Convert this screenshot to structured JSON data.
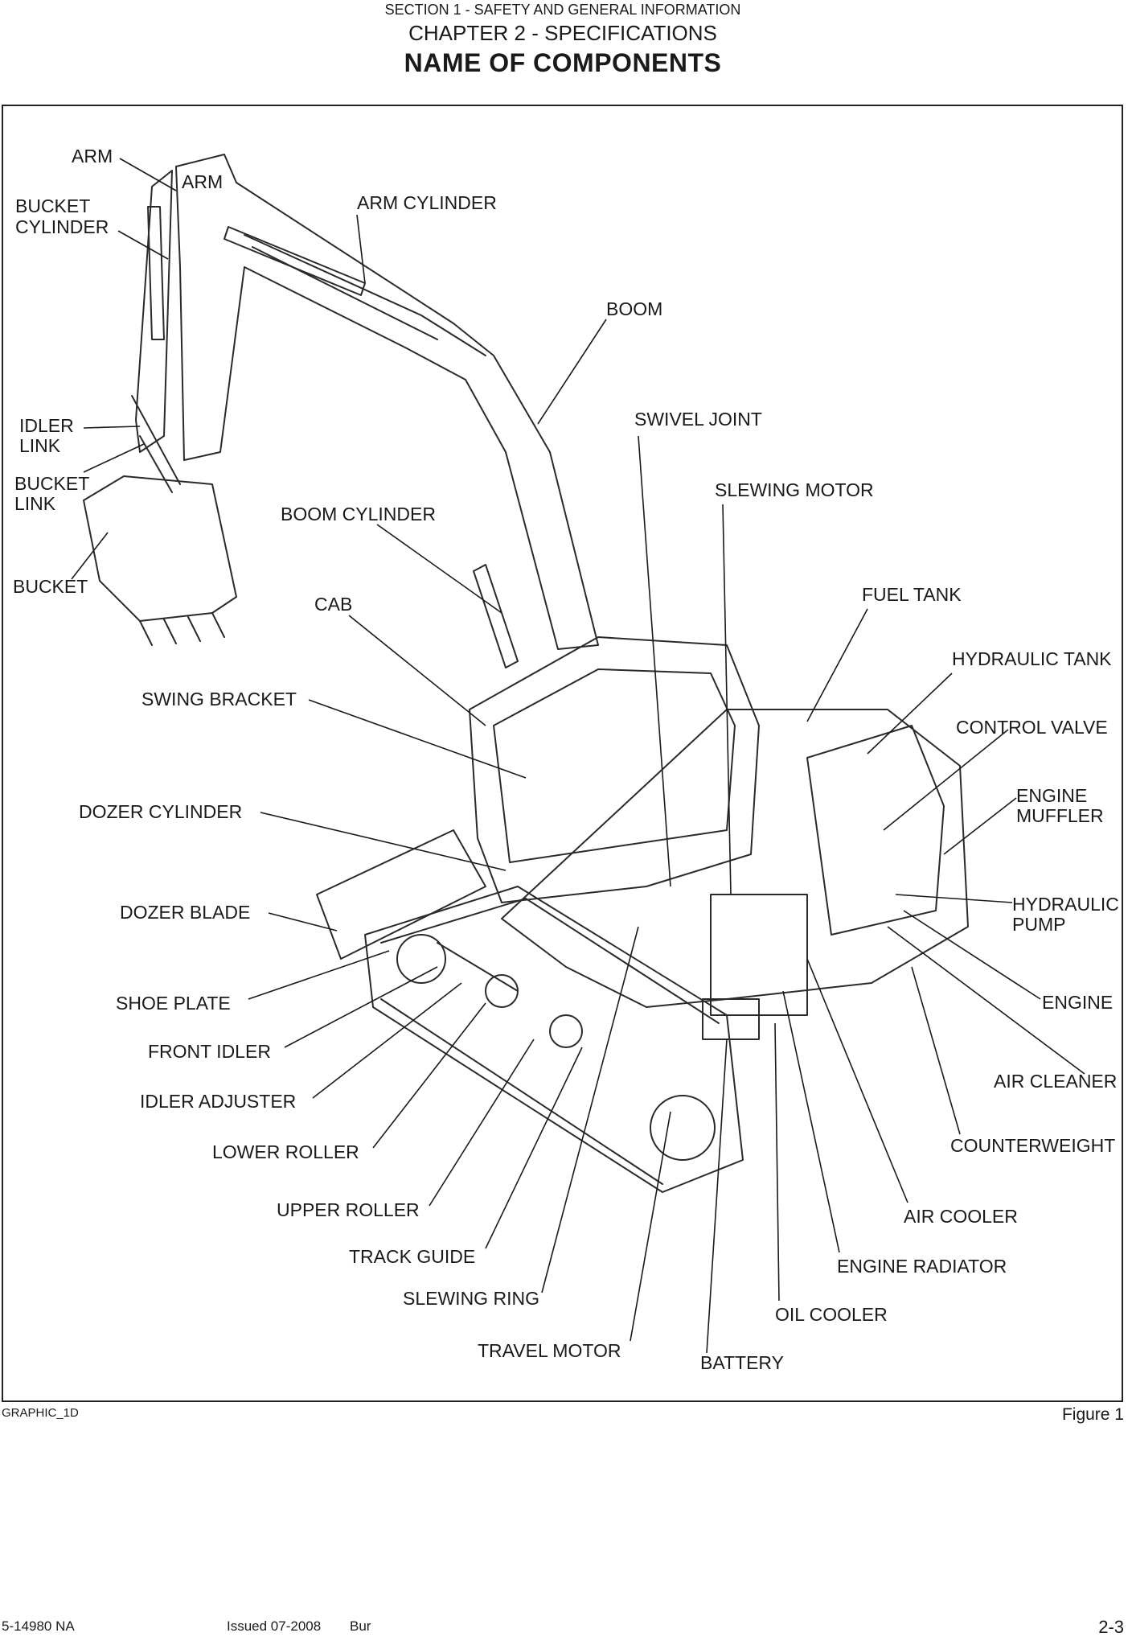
{
  "header": {
    "section": "SECTION 1 - SAFETY AND GENERAL INFORMATION",
    "chapter": "CHAPTER 2 - SPECIFICATIONS",
    "title": "NAME OF COMPONENTS"
  },
  "labels": {
    "arm": "ARM",
    "arm_inner": "ARM",
    "bucket_cylinder": [
      "BUCKET",
      "CYLINDER"
    ],
    "arm_cylinder": "ARM CYLINDER",
    "boom": "BOOM",
    "idler_link": [
      "IDLER",
      "LINK"
    ],
    "bucket_link": [
      "BUCKET",
      "LINK"
    ],
    "swivel_joint": "SWIVEL JOINT",
    "slewing_motor": "SLEWING MOTOR",
    "boom_cylinder": "BOOM CYLINDER",
    "bucket": "BUCKET",
    "fuel_tank": "FUEL TANK",
    "cab": "CAB",
    "hydraulic_tank": "HYDRAULIC TANK",
    "swing_bracket": "SWING BRACKET",
    "control_valve": "CONTROL VALVE",
    "engine_muffler": [
      "ENGINE",
      "MUFFLER"
    ],
    "dozer_cylinder": "DOZER CYLINDER",
    "hydraulic_pump": [
      "HYDRAULIC",
      "PUMP"
    ],
    "dozer_blade": "DOZER BLADE",
    "shoe_plate": "SHOE PLATE",
    "engine": "ENGINE",
    "front_idler": "FRONT IDLER",
    "air_cleaner": "AIR CLEANER",
    "idler_adjuster": "IDLER ADJUSTER",
    "counterweight": "COUNTERWEIGHT",
    "lower_roller": "LOWER ROLLER",
    "upper_roller": "UPPER ROLLER",
    "air_cooler": "AIR COOLER",
    "track_guide": "TRACK GUIDE",
    "engine_radiator": "ENGINE RADIATOR",
    "slewing_ring": "SLEWING RING",
    "oil_cooler": "OIL COOLER",
    "travel_motor": "TRAVEL MOTOR",
    "battery": "BATTERY"
  },
  "figure": {
    "graphic_id": "GRAPHIC_1D",
    "caption": "Figure 1"
  },
  "footer": {
    "doc_number": "5-14980 NA",
    "issued": "Issued 07-2008",
    "language": "Bur",
    "page": "2-3"
  }
}
